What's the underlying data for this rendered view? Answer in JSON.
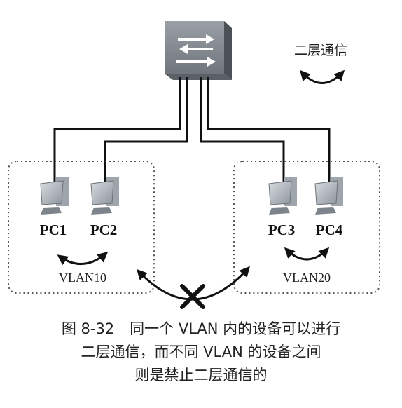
{
  "legend": {
    "label": "二层通信"
  },
  "vlans": [
    {
      "label": "VLAN10",
      "pcs": [
        "PC1",
        "PC2"
      ]
    },
    {
      "label": "VLAN20",
      "pcs": [
        "PC3",
        "PC4"
      ]
    }
  ],
  "caption": {
    "figure_no": "图 8-32",
    "line1": "同一个 VLAN 内的设备可以进行",
    "line2": "二层通信，而不同 VLAN 的设备之间",
    "line3": "则是禁止二层通信的"
  }
}
